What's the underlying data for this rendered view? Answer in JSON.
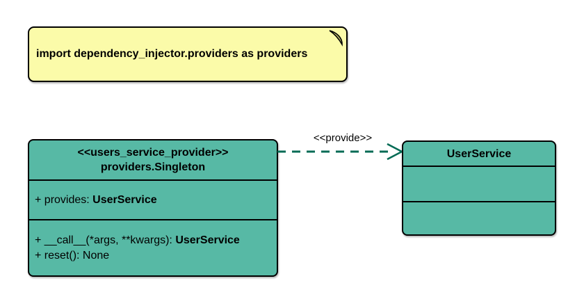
{
  "diagram": {
    "note": {
      "text": "import dependency_injector.providers as providers"
    },
    "provider_class": {
      "stereotype": "<<users_service_provider>>",
      "name": "providers.Singleton",
      "attributes": [
        {
          "prefix": "+ provides: ",
          "type": "UserService"
        }
      ],
      "methods": [
        {
          "prefix": "+ __call__(*args, **kwargs): ",
          "type": "UserService"
        },
        {
          "prefix": "+ reset(): None",
          "type": ""
        }
      ]
    },
    "service_class": {
      "name": "UserService"
    },
    "edge": {
      "label": "<<provide>>"
    },
    "colors": {
      "class_fill": "#57B9A5",
      "note_fill": "#FBFBA9",
      "note_fold": "#B8B86A",
      "edge_stroke": "#046B55",
      "border": "#000000",
      "text": "#000000"
    }
  }
}
